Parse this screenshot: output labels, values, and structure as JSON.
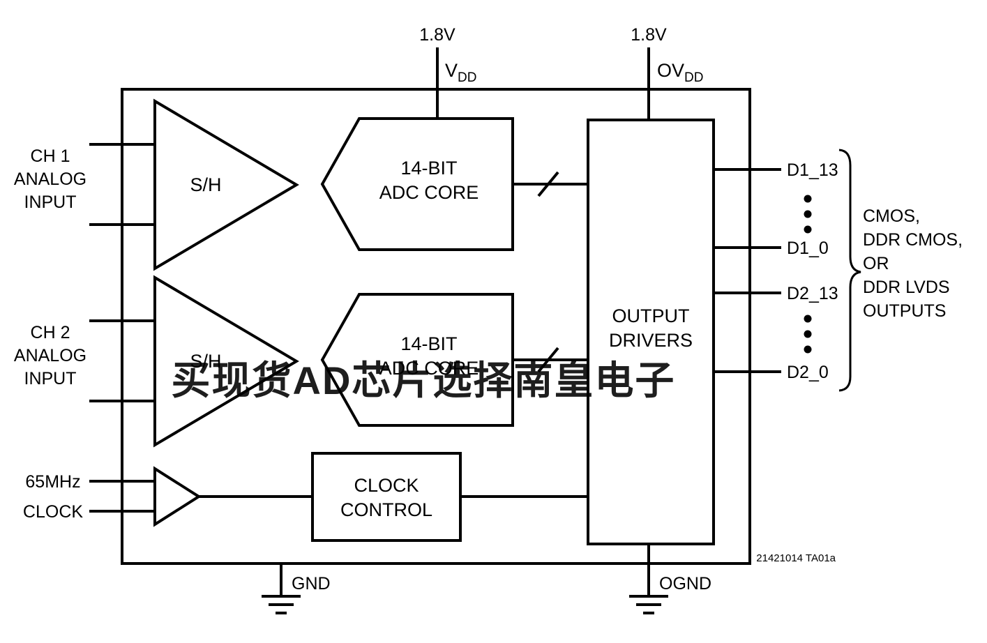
{
  "diagram": {
    "figure_id": "21421014 TA01a",
    "watermark": {
      "text": "买现货AD芯片选择南皇电子",
      "color": "#fb4040"
    }
  },
  "power": {
    "vdd": {
      "voltage": "1.8V",
      "name_main": "V",
      "name_sub": "DD"
    },
    "ovdd": {
      "voltage": "1.8V",
      "name_main": "OV",
      "name_sub": "DD"
    },
    "gnd": "GND",
    "ognd": "OGND"
  },
  "inputs": {
    "ch1": [
      "CH 1",
      "ANALOG",
      "INPUT"
    ],
    "ch2": [
      "CH 2",
      "ANALOG",
      "INPUT"
    ],
    "clock": [
      "65MHz",
      "CLOCK"
    ]
  },
  "blocks": {
    "sh1_label": "S/H",
    "sh2_label": "S/H",
    "adc1": [
      "14-BIT",
      "ADC CORE"
    ],
    "adc2": [
      "14-BIT",
      "ADC CORE"
    ],
    "output_drivers": [
      "OUTPUT",
      "DRIVERS"
    ],
    "clock_control": [
      "CLOCK",
      "CONTROL"
    ]
  },
  "outputs": {
    "labels": [
      "D1_13",
      "D1_0",
      "D2_13",
      "D2_0"
    ],
    "note": [
      "CMOS,",
      "DDR CMOS,",
      "OR",
      "DDR LVDS",
      "OUTPUTS"
    ]
  }
}
